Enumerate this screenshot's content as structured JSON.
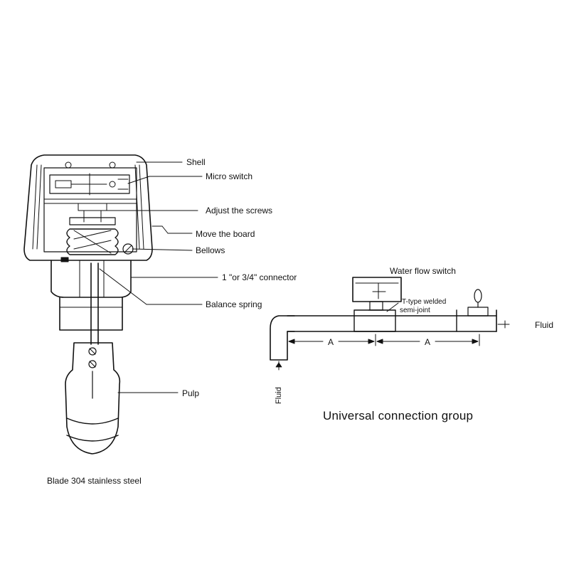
{
  "left_diagram": {
    "labels": {
      "shell": "Shell",
      "micro_switch": "Micro switch",
      "adjust_screws": "Adjust the screws",
      "move_board": "Move the board",
      "bellows": "Bellows",
      "connector": "1 \"or 3/4\" connector",
      "balance_spring": "Balance spring",
      "pulp": "Pulp"
    },
    "caption": "Blade 304 stainless steel"
  },
  "right_diagram": {
    "title_label": "Water flow switch",
    "joint_label_line1": "T-type welded",
    "joint_label_line2": "semi-joint",
    "dim_a_left": "A",
    "dim_a_right": "A",
    "fluid_right": "Fluid",
    "fluid_bottom": "Fluid",
    "caption": "Universal connection group"
  }
}
